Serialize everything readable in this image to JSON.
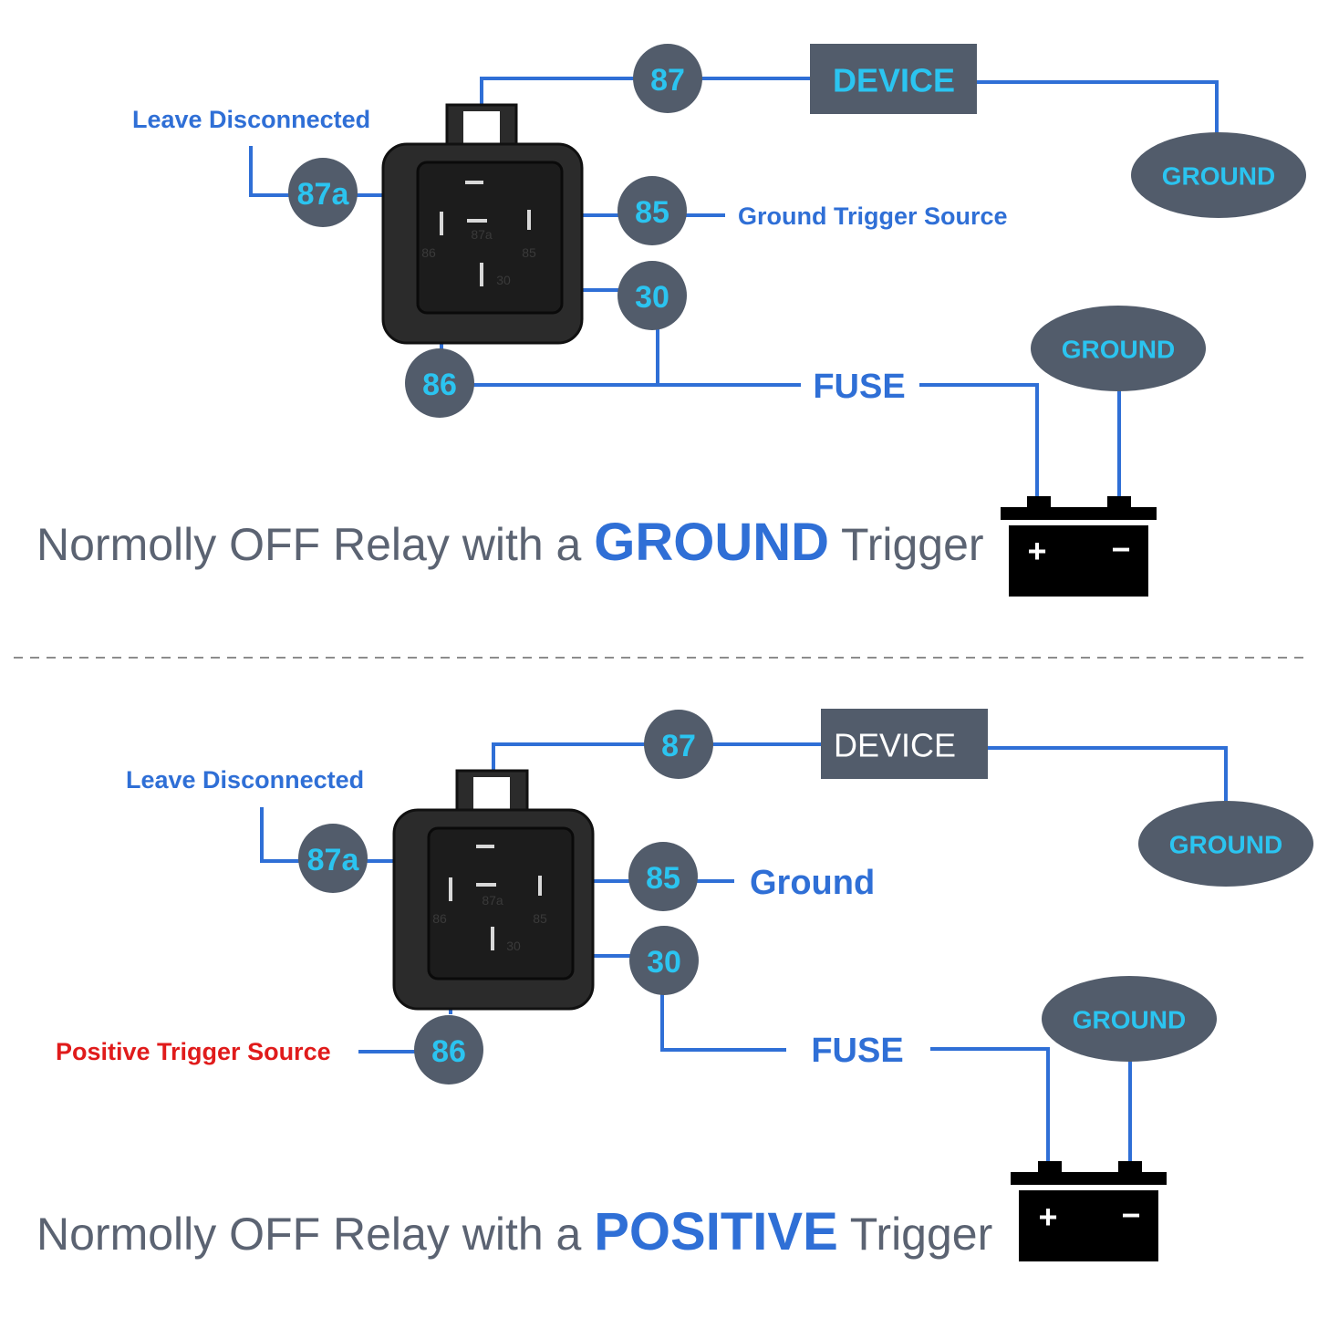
{
  "diagrams": [
    {
      "title_prefix": "Normolly OFF Relay with a ",
      "title_emphasis": "GROUND",
      "title_suffix": " Trigger",
      "device_label": "DEVICE",
      "fuse_label": "FUSE",
      "ground_label_device": "GROUND",
      "ground_label_battery": "GROUND",
      "leave_disconnected": "Leave Disconnected",
      "pin_85_label": "Ground Trigger Source",
      "pins": {
        "p87": "87",
        "p87a": "87a",
        "p85": "85",
        "p30": "30",
        "p86": "86"
      },
      "molded": {
        "m87a": "87a",
        "m85": "85",
        "m86": "86",
        "m30": "30"
      },
      "battery": {
        "plus": "+",
        "minus": "−"
      }
    },
    {
      "title_prefix": "Normolly OFF Relay with a ",
      "title_emphasis": "POSITIVE",
      "title_suffix": " Trigger",
      "device_label": "DEVICE",
      "fuse_label": "FUSE",
      "ground_label_device": "GROUND",
      "ground_label_battery": "GROUND",
      "leave_disconnected": "Leave Disconnected",
      "pin_85_label": "Ground",
      "pin_86_label": "Positive Trigger Source",
      "pins": {
        "p87": "87",
        "p87a": "87a",
        "p85": "85",
        "p30": "30",
        "p86": "86"
      },
      "molded": {
        "m87a": "87a",
        "m85": "85",
        "m86": "86",
        "m30": "30"
      },
      "battery": {
        "plus": "+",
        "minus": "−"
      }
    }
  ],
  "colors": {
    "wire": "#2f6fd6",
    "pin_fill": "#525c6b",
    "pin_text": "#2bc4f0",
    "positive_label": "#e01b1b",
    "title_gray": "#5b6372"
  },
  "icons": [
    "relay-icon",
    "battery-icon"
  ]
}
